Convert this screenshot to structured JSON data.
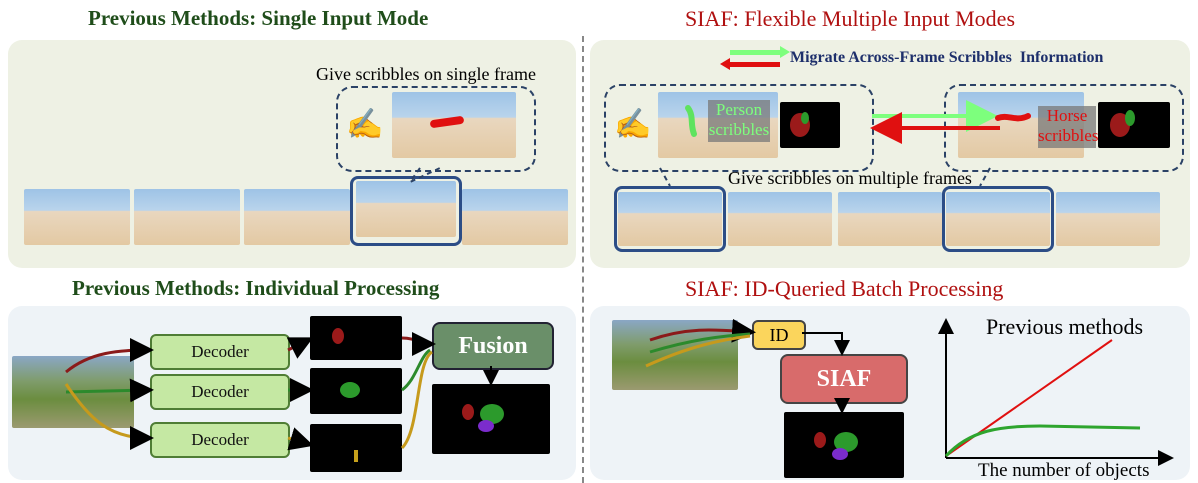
{
  "top_left": {
    "title": "Previous Methods: Single Input Mode",
    "callout": "Give scribbles on single frame"
  },
  "top_right": {
    "title": "SIAF: Flexible Multiple Input Modes",
    "legend": "Migrate Across-Frame Scribbles  Information",
    "person_tag": "Person\nscribbles",
    "horse_tag": "Horse\nscribbles",
    "callout": "Give scribbles on multiple frames"
  },
  "bottom_left": {
    "title": "Previous Methods: Individual Processing",
    "decoders": [
      "Decoder",
      "Decoder",
      "Decoder"
    ],
    "fusion": "Fusion"
  },
  "bottom_right": {
    "title": "SIAF: ID-Queried Batch Processing",
    "id_label": "ID",
    "siaf_label": "SIAF",
    "plot_previous": "Previous methods",
    "plot_xlabel": "The number of objects"
  },
  "colors": {
    "title_green": "#1f4d1a",
    "title_red": "#b01010",
    "panel_bg": "#eef1e4",
    "panel_bg2": "#eef3f7",
    "decoder_fill": "#c5e8a3",
    "fusion_fill": "#6a8f69",
    "siaf_fill": "#d86b6b",
    "id_fill": "#fbd55c",
    "arrow_green": "#7dff7d",
    "arrow_red": "#e01010"
  }
}
